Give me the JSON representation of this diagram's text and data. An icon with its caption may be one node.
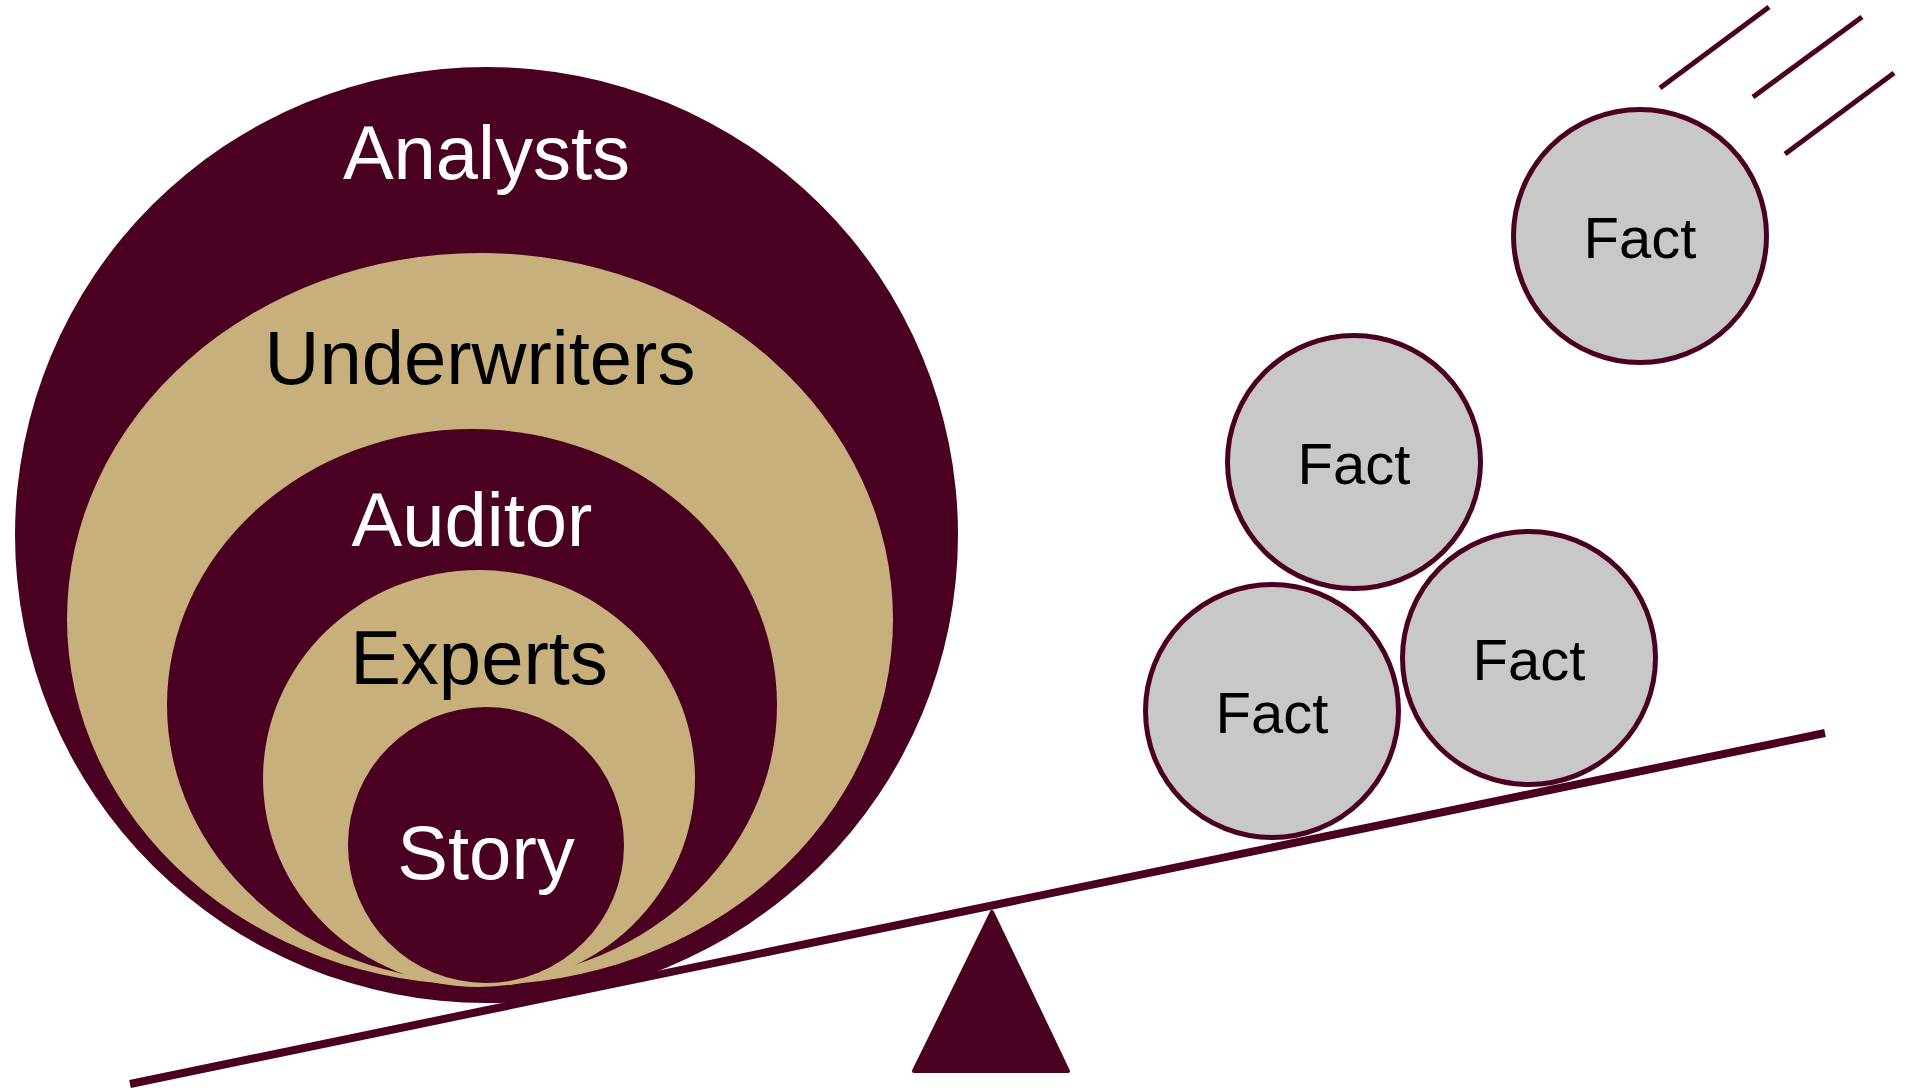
{
  "diagram": {
    "nodes": [
      {
        "text": [
          "Analysts"
        ]
      },
      {
        "text": [
          "Underwriters"
        ],
        "in": 0
      },
      {
        "text": [
          "Auditor"
        ],
        "in": 1
      },
      {
        "text": [
          "Experts"
        ],
        "in": 2
      },
      {
        "text": [
          "Story"
        ],
        "in": 3
      },
      {
        "text": [
          "Fact"
        ]
      },
      {
        "text": [
          "Fact"
        ]
      },
      {
        "text": [
          "Fact"
        ]
      },
      {
        "text": [
          "Fact"
        ]
      }
    ]
  }
}
